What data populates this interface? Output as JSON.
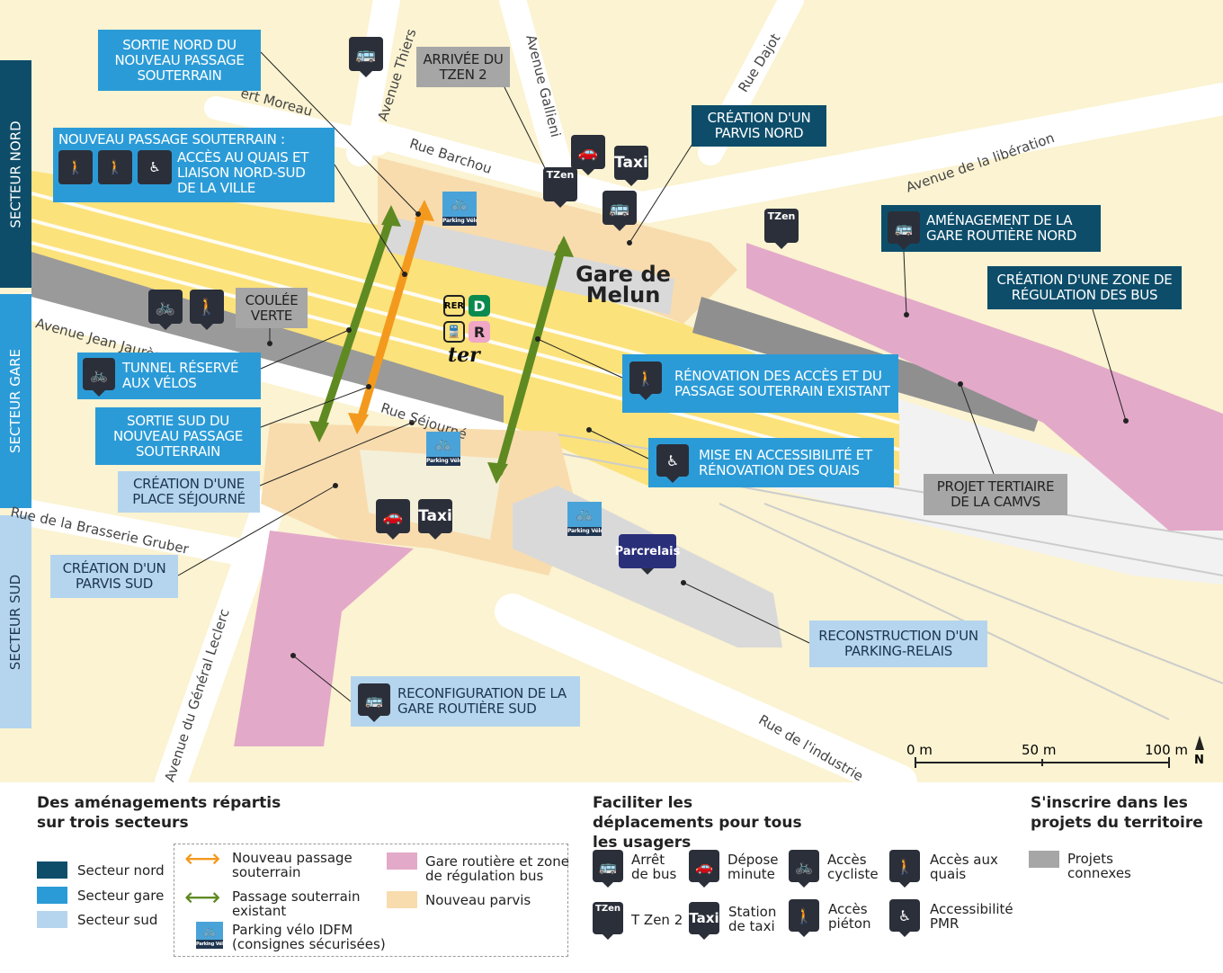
{
  "sectors": {
    "nord": "SECTEUR NORD",
    "gare": "SECTEUR GARE",
    "sud": "SECTEUR SUD"
  },
  "colors": {
    "nord": "#0d4d6a",
    "gare": "#2b9bd7",
    "sud": "#b5d5ee",
    "pink": "#e3a9c9",
    "parvis": "#f8dcae",
    "tracks": "#fbe27b",
    "gray": "#a6a6a6",
    "new_passage": "#f39a1e",
    "existing_passage": "#5f8a22"
  },
  "station": {
    "name_line1": "Gare de",
    "name_line2": "Melun"
  },
  "lines": {
    "rer": "RER",
    "d": "D",
    "r": "R",
    "ter": "ter"
  },
  "labels": {
    "sortie_nord": "SORTIE NORD DU NOUVEAU PASSAGE SOUTERRAIN",
    "nouveau_passage_title": "NOUVEAU PASSAGE SOUTERRAIN :",
    "nouveau_passage_desc": "ACCÈS AU QUAIS ET LIAISON NORD-SUD DE LA VILLE",
    "arrivee_tzen": "ARRIVÉE DU TZEN 2",
    "parvis_nord": "CRÉATION D'UN PARVIS NORD",
    "gare_routiere_nord": "AMÉNAGEMENT DE LA GARE ROUTIÈRE NORD",
    "zone_regulation": "CRÉATION D'UNE ZONE DE RÉGULATION DES BUS",
    "coulee_verte": "COULÉE VERTE",
    "tunnel_velos": "TUNNEL RÉSERVÉ AUX VÉLOS",
    "sortie_sud": "SORTIE SUD DU NOUVEAU PASSAGE SOUTERRAIN",
    "place_sejourne": "CRÉATION D'UNE PLACE SÉJOURNÉ",
    "parvis_sud": "CRÉATION D'UN PARVIS SUD",
    "renovation_acces": "RÉNOVATION DES ACCÈS ET DU PASSAGE SOUTERRAIN EXISTANT",
    "accessibilite_quais": "MISE EN ACCESSIBILITÉ ET RÉNOVATION DES QUAIS",
    "projet_tertiaire": "PROJET TERTIAIRE DE LA CAMVS",
    "parking_relais": "RECONSTRUCTION D'UN PARKING-RELAIS",
    "gare_routiere_sud": "RECONFIGURATION DE LA GARE ROUTIÈRE SUD"
  },
  "streets": {
    "moreau": "ert Moreau",
    "thiers": "Avenue Thiers",
    "gallieni": "Avenue Gallieni",
    "dajot": "Rue Dajot",
    "barchou": "Rue Barchou",
    "liberation": "Avenue de la libération",
    "jaures": "Avenue Jean Jaurès",
    "sejourne": "Rue Séjourné",
    "brasserie": "Rue de la Brasserie Gruber",
    "leclerc": "Avenue du Général Leclerc",
    "industrie": "Rue de l'industrie"
  },
  "icons": {
    "taxi": "Taxi",
    "tzen": "TZen",
    "parking_velo": "Parking Vélos",
    "parcrelais": "Parcrelais"
  },
  "scale": {
    "t0": "0 m",
    "t1": "50 m",
    "t2": "100 m",
    "north": "N"
  },
  "legend": {
    "sectors": {
      "title": "Des aménagements répartis sur trois secteurs",
      "items": [
        "Secteur nord",
        "Secteur gare",
        "Secteur sud"
      ],
      "passage_new": "Nouveau passage souterrain",
      "passage_existing": "Passage souterrain existant",
      "parking_velo": "Parking vélo IDFM (consignes sécurisées)",
      "gare_routiere": "Gare routière et zone de régulation bus",
      "parvis": "Nouveau parvis"
    },
    "mobility": {
      "title": "Faciliter les déplacements pour tous les usagers",
      "items": [
        "Arrêt de bus",
        "Dépose minute",
        "Accès cycliste",
        "Accès aux quais",
        "T Zen 2",
        "Station de taxi",
        "Accès piéton",
        "Accessibilité PMR"
      ]
    },
    "territory": {
      "title": "S'inscrire dans les projets du territoire",
      "item": "Projets connexes"
    }
  }
}
